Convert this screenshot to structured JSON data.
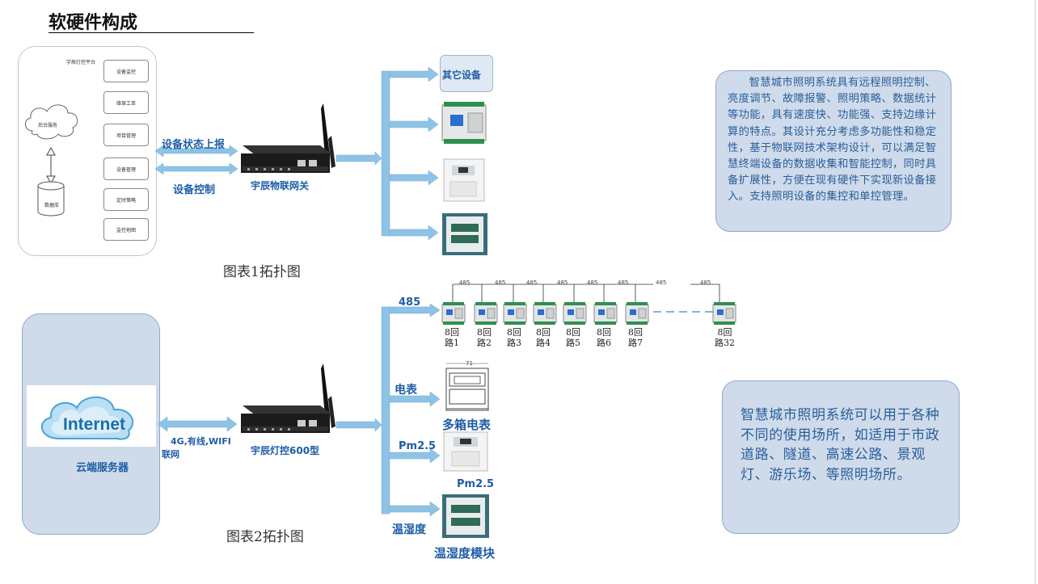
{
  "title": "软硬件构成",
  "topology1": {
    "platform_title": "宇辰灯控平台",
    "menu_items": [
      "设备监控",
      "维保工单",
      "项目管理",
      "设备管理",
      "定时策略",
      "监控地图"
    ],
    "cloud_label": "后台服务",
    "db_label": "数据库",
    "arrow_up_label": "设备状态上报",
    "arrow_down_label": "设备控制",
    "gateway_label": "宇辰物联网关",
    "other_devices": "其它设备",
    "caption": "图表1拓扑图"
  },
  "topology2": {
    "internet_text": "Internet",
    "cloud_server_label": "云端服务器",
    "network_label_1": "4G,有线,WIFI",
    "network_label_2": "联网",
    "gateway_label": "宇辰灯控600型",
    "branch_485": "485",
    "branch_meter": "电表",
    "branch_pm": "Pm2.5",
    "branch_humidity": "温湿度",
    "bus_label": "485",
    "meter_device": "多箱电表",
    "pm_device": "Pm2.5",
    "humidity_device": "温湿度模块",
    "meter_dim": "71",
    "relays": [
      {
        "line1": "8回",
        "line2": "路1"
      },
      {
        "line1": "8回",
        "line2": "路2"
      },
      {
        "line1": "8回",
        "line2": "路3"
      },
      {
        "line1": "8回",
        "line2": "路4"
      },
      {
        "line1": "8回",
        "line2": "路5"
      },
      {
        "line1": "8回",
        "line2": "路6"
      },
      {
        "line1": "8回",
        "line2": "路7"
      },
      {
        "line1": "8回",
        "line2": "路32"
      }
    ],
    "caption": "图表2拓扑图"
  },
  "description1": "智慧城市照明系统具有远程照明控制、亮度调节、故障报警、照明策略、数据统计等功能，具有速度快、功能强、支持边缘计算的特点。其设计充分考虑多功能性和稳定性，基于物联网技术架构设计，可以满足智慧终端设备的数据收集和智能控制，同时具备扩展性，方便在现有硬件下实现新设备接入。支持照明设备的集控和单控管理。",
  "description2": "智慧城市照明系统可以用于各种不同的使用场所，如适用于市政道路、隧道、高速公路、景观灯、游乐场、等照明场所。",
  "colors": {
    "arrow": "#8fc3e6",
    "label_blue": "#1e5da7",
    "box_fill": "#cfdbea"
  }
}
